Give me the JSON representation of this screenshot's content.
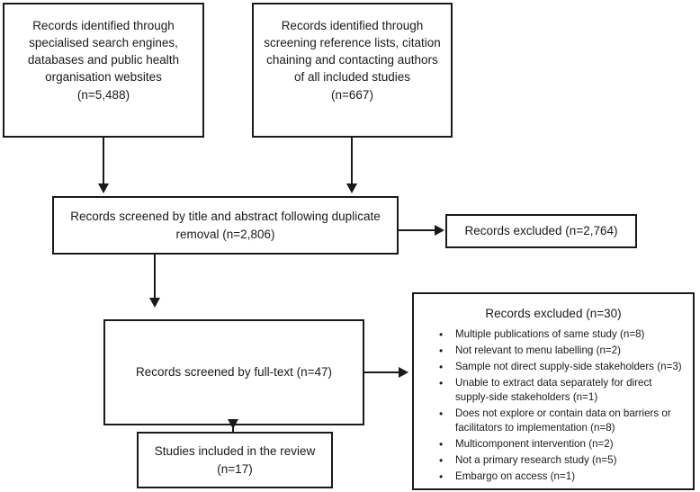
{
  "diagram": {
    "type": "prisma-flow-diagram",
    "colors": {
      "stroke": "#1a1a1a",
      "background": "#ffffff",
      "text": "#1a1a1a"
    },
    "nodes": {
      "source_databases": "Records identified through specialised search engines, databases and public health organisation websites\n(n=5,488)",
      "source_references": "Records identified through screening reference lists, citation chaining and contacting authors of all included studies\n(n=667)",
      "screened_title_abstract": "Records screened by title and abstract following duplicate removal (n=2,806)",
      "excluded_title_abstract": "Records excluded (n=2,764)",
      "screened_fulltext": "Records screened by full-text (n=47)",
      "excluded_fulltext_title": "Records excluded (n=30)",
      "studies_included": "Studies included in the review (n=17)"
    },
    "excluded_fulltext_reasons": [
      "Multiple publications of same study (n=8)",
      "Not relevant to menu labelling (n=2)",
      "Sample not direct supply-side stakeholders (n=3)",
      "Unable to extract data separately for direct supply-side stakeholders (n=1)",
      "Does not explore or contain data on barriers or facilitators to implementation (n=8)",
      "Multicomponent intervention (n=2)",
      "Not a primary research study (n=5)",
      "Embargo on access (n=1)"
    ],
    "bullet_glyph": "•",
    "counts": {
      "identified_databases": "5,488",
      "identified_references": "667",
      "screened_title_abstract": "2,806",
      "excluded_title_abstract": "2,764",
      "screened_fulltext": "47",
      "excluded_fulltext": "30",
      "studies_included": "17"
    }
  }
}
